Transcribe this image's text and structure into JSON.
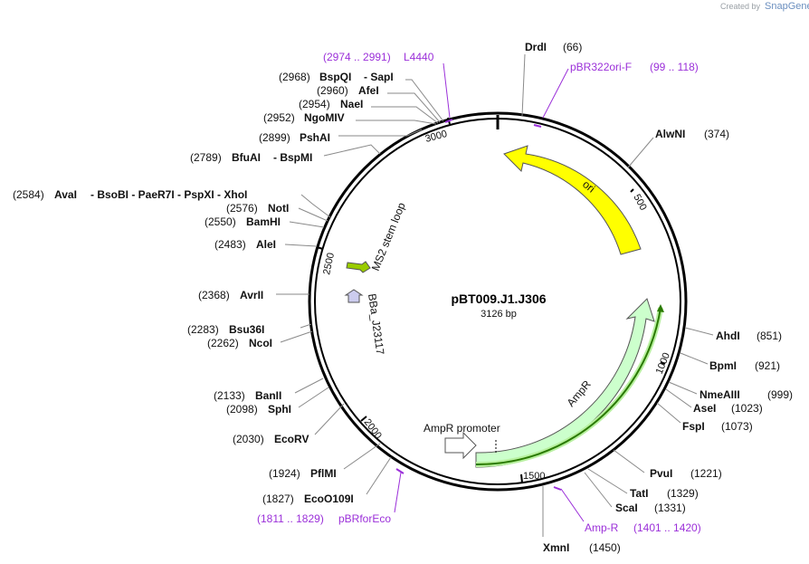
{
  "brand": {
    "created_by": "Created by",
    "name": "SnapGene"
  },
  "plasmid": {
    "name": "pBT009.J1.J306",
    "length": "3126 bp"
  },
  "ticks": [
    "500",
    "1000",
    "1500",
    "2000",
    "2500",
    "3000"
  ],
  "features": [
    {
      "name": "ori",
      "color": "#ffff00"
    },
    {
      "name": "AmpR",
      "color": "#ccffcc"
    },
    {
      "name": "AmpR promoter",
      "color": "#ffffff"
    },
    {
      "name": "MS2 stem loop",
      "color": "#99cc00"
    },
    {
      "name": "BBa_J23117",
      "color": "#ccccee"
    }
  ],
  "right_sites": [
    {
      "name": "DrdI",
      "pos": "(66)"
    },
    {
      "name": "AlwNI",
      "pos": "(374)"
    },
    {
      "name": "AhdI",
      "pos": "(851)"
    },
    {
      "name": "BpmI",
      "pos": "(921)"
    },
    {
      "name": "NmeAIII",
      "pos": "(999)"
    },
    {
      "name": "AseI",
      "pos": "(1023)"
    },
    {
      "name": "FspI",
      "pos": "(1073)"
    },
    {
      "name": "PvuI",
      "pos": "(1221)"
    },
    {
      "name": "TatI",
      "pos": "(1329)"
    },
    {
      "name": "ScaI",
      "pos": "(1331)"
    },
    {
      "name": "XmnI",
      "pos": "(1450)"
    }
  ],
  "left_sites": [
    {
      "pos": "(2968)",
      "name": "BspQI",
      "extra": "- SapI"
    },
    {
      "pos": "(2960)",
      "name": "AfeI",
      "extra": ""
    },
    {
      "pos": "(2954)",
      "name": "NaeI",
      "extra": ""
    },
    {
      "pos": "(2952)",
      "name": "NgoMIV",
      "extra": ""
    },
    {
      "pos": "(2899)",
      "name": "PshAI",
      "extra": ""
    },
    {
      "pos": "(2789)",
      "name": "BfuAI",
      "extra": "- BspMI"
    },
    {
      "pos": "(2584)",
      "name": "AvaI",
      "extra": "- BsoBI - PaeR7I - PspXI - XhoI"
    },
    {
      "pos": "(2576)",
      "name": "NotI",
      "extra": ""
    },
    {
      "pos": "(2550)",
      "name": "BamHI",
      "extra": ""
    },
    {
      "pos": "(2483)",
      "name": "AleI",
      "extra": ""
    },
    {
      "pos": "(2368)",
      "name": "AvrII",
      "extra": ""
    },
    {
      "pos": "(2283)",
      "name": "Bsu36I",
      "extra": ""
    },
    {
      "pos": "(2262)",
      "name": "NcoI",
      "extra": ""
    },
    {
      "pos": "(2133)",
      "name": "BanII",
      "extra": ""
    },
    {
      "pos": "(2098)",
      "name": "SphI",
      "extra": ""
    },
    {
      "pos": "(2030)",
      "name": "EcoRV",
      "extra": ""
    },
    {
      "pos": "(1924)",
      "name": "PflMI",
      "extra": ""
    },
    {
      "pos": "(1827)",
      "name": "EcoO109I",
      "extra": ""
    }
  ],
  "primers": [
    {
      "range": "(2974 .. 2991)",
      "name": "L4440"
    },
    {
      "name": "pBR322ori-F",
      "range": "(99 .. 118)"
    },
    {
      "name": "Amp-R",
      "range": "(1401 .. 1420)"
    },
    {
      "range": "(1811 .. 1829)",
      "name": "pBRforEco"
    }
  ],
  "colors": {
    "primer": "#9b30d9",
    "backbone": "#000000",
    "leader": "#8a8a8a",
    "ori": "#ffff00",
    "ampr": "#ccffcc",
    "ms2": "#99cc00",
    "promoter_j": "#ccccee"
  }
}
